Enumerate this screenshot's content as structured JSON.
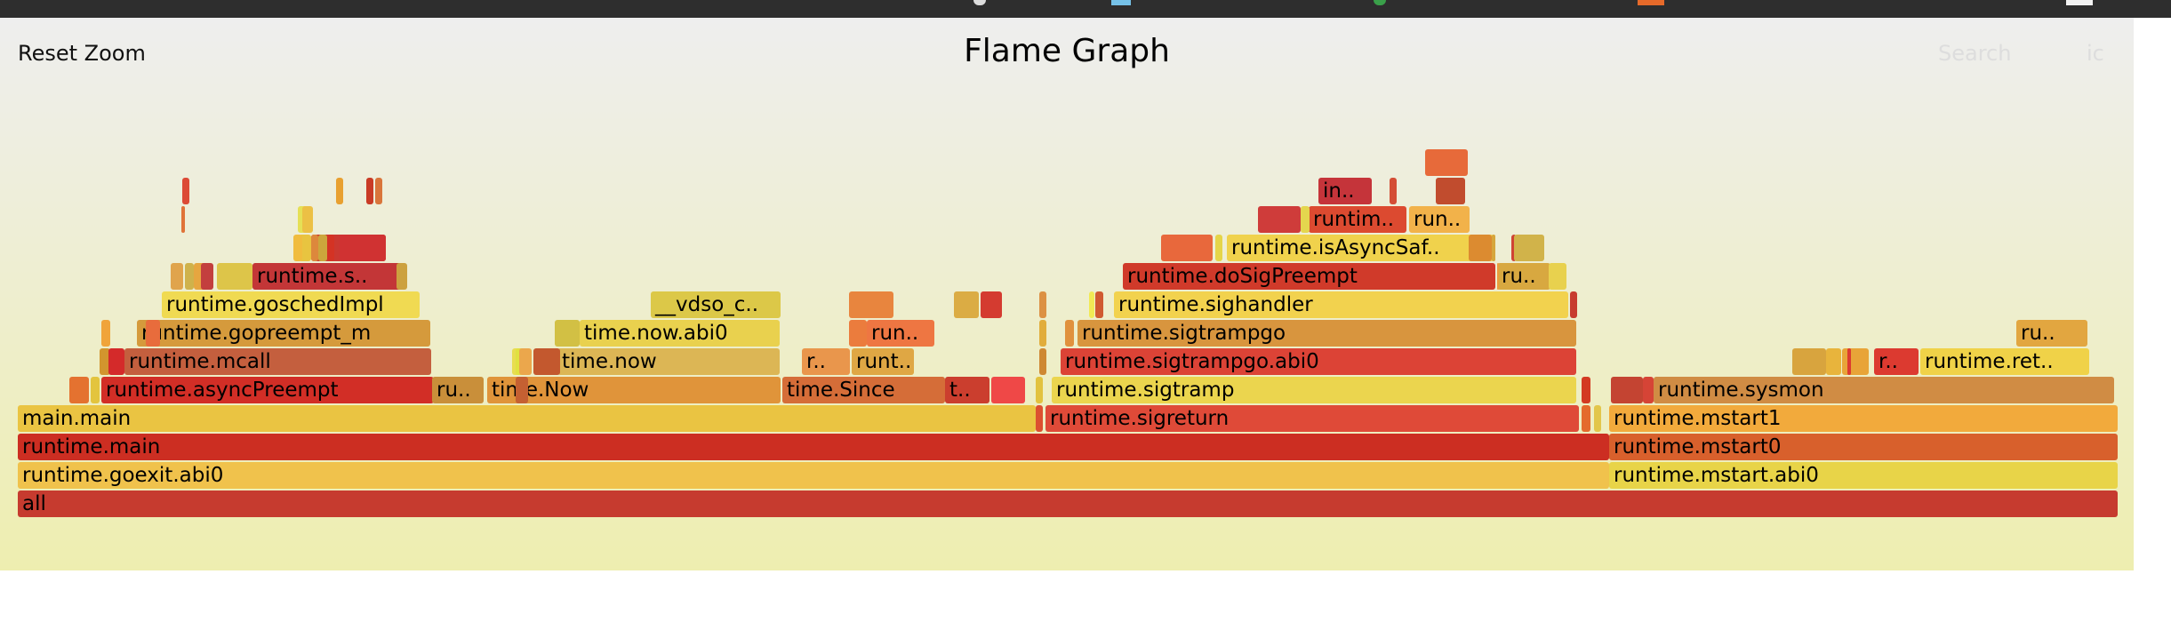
{
  "controls": {
    "reset_zoom": "Reset Zoom",
    "title": "Flame Graph",
    "search": "Search",
    "ic": "ic"
  },
  "frames": [
    {
      "name": "all",
      "label": "all",
      "color": "#c63b2f"
    },
    {
      "name": "runtime.goexit.abi0",
      "label": "runtime.goexit.abi0",
      "color": "#f0c24c"
    },
    {
      "name": "runtime.main",
      "label": "runtime.main",
      "color": "#cc2e22"
    },
    {
      "name": "main.main",
      "label": "main.main",
      "color": "#eac442"
    },
    {
      "name": "runtime.asyncPreempt",
      "label": "runtime.asyncPreempt",
      "color": "#d22e26"
    },
    {
      "name": "ru..",
      "label": "ru..",
      "color": "#c98f3a"
    },
    {
      "name": "time.Now",
      "label": "time.Now",
      "color": "#e0943a"
    },
    {
      "name": "time.Since",
      "label": "time.Since",
      "color": "#d56d38"
    },
    {
      "name": "t..",
      "label": "t..",
      "color": "#cb3e2e"
    },
    {
      "name": "runtime.mcall",
      "label": "runtime.mcall",
      "color": "#c45f3e"
    },
    {
      "name": "time.now",
      "label": "time.now",
      "color": "#dcb655"
    },
    {
      "name": "r..",
      "label": "r..",
      "color": "#e9964c"
    },
    {
      "name": "runt..",
      "label": "runt..",
      "color": "#dfa744"
    },
    {
      "name": "runtime.gopreempt_m",
      "label": "runtime.gopreempt_m",
      "color": "#d59a3c"
    },
    {
      "name": "time.now.abi0",
      "label": "time.now.abi0",
      "color": "#e9d14e"
    },
    {
      "name": "run..",
      "label": "run..",
      "color": "#ee7642"
    },
    {
      "name": "runtime.goschedImpl",
      "label": "runtime.goschedImpl",
      "color": "#f0da52"
    },
    {
      "name": "__vdso_c..",
      "label": "__vdso_c..",
      "color": "#dcc848"
    },
    {
      "name": "runtime.s..",
      "label": "runtime.s..",
      "color": "#c33637"
    },
    {
      "name": "runtime.sigreturn",
      "label": "runtime.sigreturn",
      "color": "#df4a38"
    },
    {
      "name": "runtime.sigtramp",
      "label": "runtime.sigtramp",
      "color": "#ebd54e"
    },
    {
      "name": "runtime.sigtrampgo.abi0",
      "label": "runtime.sigtrampgo.abi0",
      "color": "#dc4336"
    },
    {
      "name": "runtime.sigtrampgo",
      "label": "runtime.sigtrampgo",
      "color": "#d8953e"
    },
    {
      "name": "runtime.sighandler",
      "label": "runtime.sighandler",
      "color": "#f2d24e"
    },
    {
      "name": "runtime.doSigPreempt",
      "label": "runtime.doSigPreempt",
      "color": "#d03a2a"
    },
    {
      "name": "ru..",
      "label": "ru..",
      "color": "#d8a840"
    },
    {
      "name": "runtime.isAsyncSaf..",
      "label": "runtime.isAsyncSaf..",
      "color": "#f0d24c"
    },
    {
      "name": "runtim..",
      "label": "runtim..",
      "color": "#dc4a30"
    },
    {
      "name": "run..",
      "label": "run..",
      "color": "#f2b24a"
    },
    {
      "name": "in..",
      "label": "in..",
      "color": "#c5343a"
    },
    {
      "name": "runtime.mstart.abi0",
      "label": "runtime.mstart.abi0",
      "color": "#e8d448"
    },
    {
      "name": "runtime.mstart0",
      "label": "runtime.mstart0",
      "color": "#d8602c"
    },
    {
      "name": "runtime.mstart1",
      "label": "runtime.mstart1",
      "color": "#f2aa3c"
    },
    {
      "name": "runtime.sysmon",
      "label": "runtime.sysmon",
      "color": "#d08c44"
    },
    {
      "name": "r..",
      "label": "r..",
      "color": "#dc3a30"
    },
    {
      "name": "runtime.ret..",
      "label": "runtime.ret..",
      "color": "#f0d248"
    },
    {
      "name": "ru..",
      "label": "ru..",
      "color": "#e2a640"
    },
    {
      "name": "",
      "label": "",
      "color": "#e47230"
    },
    {
      "name": "",
      "label": "",
      "color": "#e3c43e"
    },
    {
      "name": "",
      "label": "",
      "color": "#d2952e"
    },
    {
      "name": "",
      "label": "",
      "color": "#d42a2a"
    },
    {
      "name": "",
      "label": "",
      "color": "#f0a43a"
    },
    {
      "name": "",
      "label": "",
      "color": "#e86c3c"
    },
    {
      "name": "",
      "label": "",
      "color": "#e8c440"
    },
    {
      "name": "",
      "label": "",
      "color": "#cb3830"
    },
    {
      "name": "",
      "label": "",
      "color": "#e0a44c"
    },
    {
      "name": "",
      "label": "",
      "color": "#cfb24b"
    },
    {
      "name": "",
      "label": "",
      "color": "#e6a640"
    },
    {
      "name": "",
      "label": "",
      "color": "#c33f3e"
    },
    {
      "name": "",
      "label": "",
      "color": "#ddc549"
    },
    {
      "name": "",
      "label": "",
      "color": "#cca13f"
    },
    {
      "name": "",
      "label": "",
      "color": "#f0bc3e"
    },
    {
      "name": "",
      "label": "",
      "color": "#dd883c"
    },
    {
      "name": "",
      "label": "",
      "color": "#cca63c"
    },
    {
      "name": "",
      "label": "",
      "color": "#d43324"
    },
    {
      "name": "",
      "label": "",
      "color": "#d03232"
    },
    {
      "name": "",
      "label": "",
      "color": "#e5e056"
    },
    {
      "name": "",
      "label": "",
      "color": "#ecc045"
    },
    {
      "name": "",
      "label": "",
      "color": "#dc4a36"
    },
    {
      "name": "",
      "label": "",
      "color": "#e8a030"
    },
    {
      "name": "",
      "label": "",
      "color": "#c93b26"
    },
    {
      "name": "",
      "label": "",
      "color": "#d9753b"
    },
    {
      "name": "",
      "label": "",
      "color": "#e07338"
    },
    {
      "name": "",
      "label": "",
      "color": "#e8dd50"
    },
    {
      "name": "",
      "label": "",
      "color": "#c3582e"
    },
    {
      "name": "",
      "label": "",
      "color": "#d2c044"
    },
    {
      "name": "",
      "label": "",
      "color": "#ef4847"
    },
    {
      "name": "",
      "label": "",
      "color": "#e2c23e"
    },
    {
      "name": "",
      "label": "",
      "color": "#dc5030"
    },
    {
      "name": "",
      "label": "",
      "color": "#c56032"
    },
    {
      "name": "",
      "label": "",
      "color": "#e0e140"
    },
    {
      "name": "",
      "label": "",
      "color": "#eba74c"
    },
    {
      "name": "",
      "label": "",
      "color": "#eb7c3d"
    },
    {
      "name": "",
      "label": "",
      "color": "#e8853e"
    },
    {
      "name": "",
      "label": "",
      "color": "#d43b30"
    },
    {
      "name": "",
      "label": "",
      "color": "#dbac44"
    },
    {
      "name": "",
      "label": "",
      "color": "#ce8833"
    },
    {
      "name": "",
      "label": "",
      "color": "#e1ad3c"
    },
    {
      "name": "",
      "label": "",
      "color": "#dc9144"
    },
    {
      "name": "",
      "label": "",
      "color": "#e0913d"
    },
    {
      "name": "",
      "label": "",
      "color": "#f1ea55"
    },
    {
      "name": "",
      "label": "",
      "color": "#d05a30"
    },
    {
      "name": "",
      "label": "",
      "color": "#e8683c"
    },
    {
      "name": "",
      "label": "",
      "color": "#e5d549"
    },
    {
      "name": "",
      "label": "",
      "color": "#cf3c3a"
    },
    {
      "name": "",
      "label": "",
      "color": "#e4d64e"
    },
    {
      "name": "",
      "label": "",
      "color": "#dc8b30"
    },
    {
      "name": "",
      "label": "",
      "color": "#d6a63c"
    },
    {
      "name": "",
      "label": "",
      "color": "#d04334"
    },
    {
      "name": "",
      "label": "",
      "color": "#d1b34a"
    },
    {
      "name": "",
      "label": "",
      "color": "#ed9b3d"
    },
    {
      "name": "",
      "label": "",
      "color": "#e8d14e"
    },
    {
      "name": "",
      "label": "",
      "color": "#c73c30"
    },
    {
      "name": "",
      "label": "",
      "color": "#e46a2c"
    },
    {
      "name": "",
      "label": "",
      "color": "#e2c64a"
    },
    {
      "name": "",
      "label": "",
      "color": "#d33a22"
    },
    {
      "name": "",
      "label": "",
      "color": "#c14c2e"
    },
    {
      "name": "",
      "label": "",
      "color": "#e76a3a"
    },
    {
      "name": "",
      "label": "",
      "color": "#d44e36"
    },
    {
      "name": "",
      "label": "",
      "color": "#c44432"
    },
    {
      "name": "",
      "label": "",
      "color": "#d64436"
    },
    {
      "name": "",
      "label": "",
      "color": "#d8a43e"
    },
    {
      "name": "",
      "label": "",
      "color": "#e8b43c"
    },
    {
      "name": "",
      "label": "",
      "color": "#e8a438"
    },
    {
      "name": "",
      "label": "",
      "color": "#dc3a30"
    }
  ]
}
